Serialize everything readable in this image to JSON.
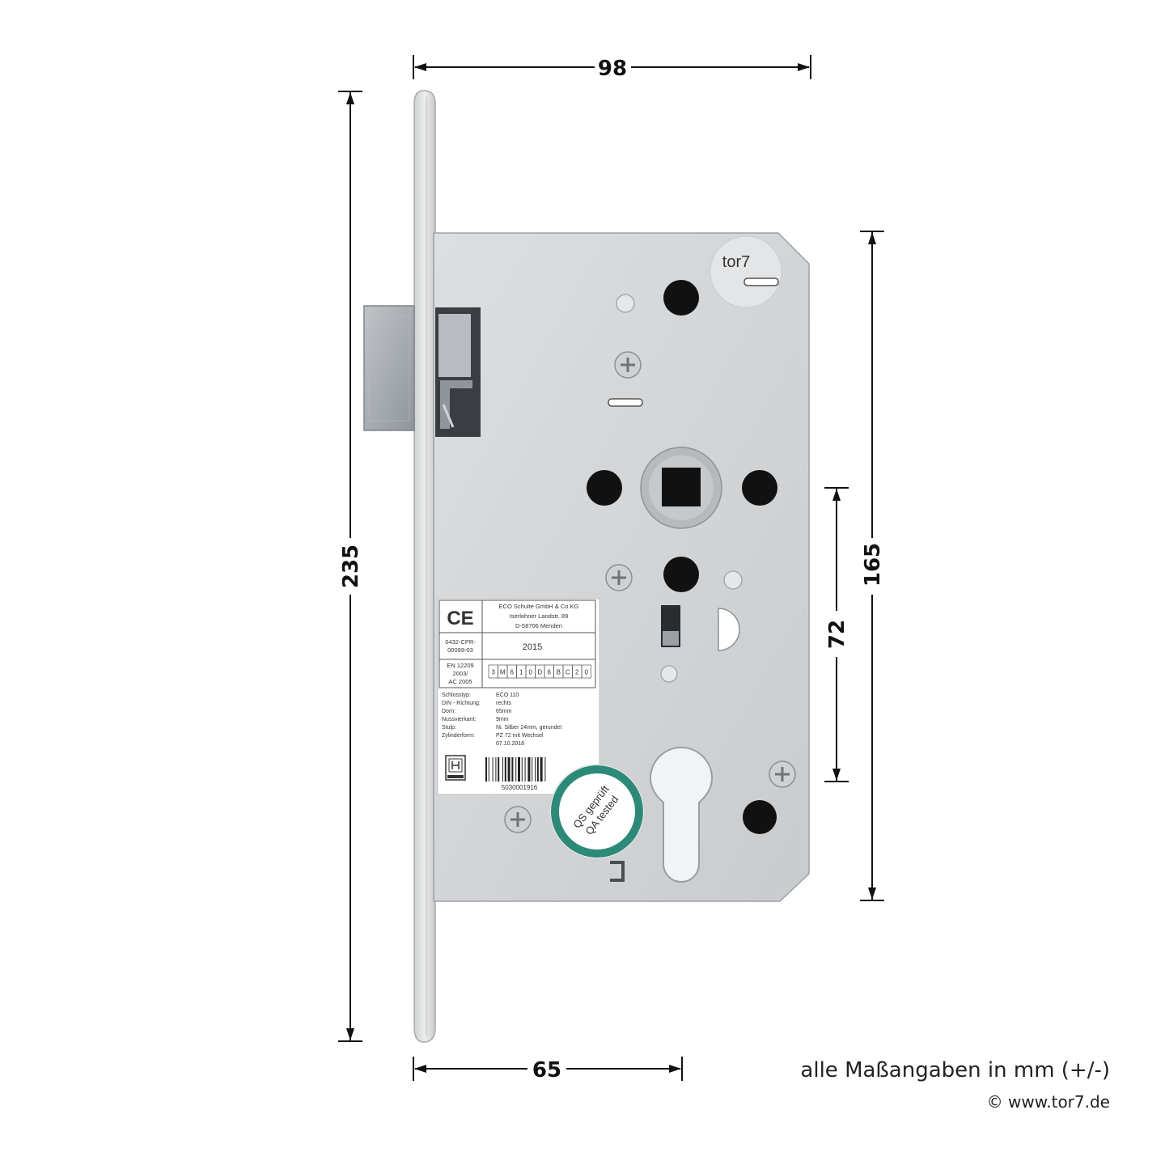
{
  "dimensions": {
    "total_width": "98",
    "total_height": "235",
    "case_height": "165",
    "distance": "72",
    "backset": "65"
  },
  "label": {
    "company": "ECO Schulte GmbH & Co.KG",
    "street": "Iserlohner Landstr. 89",
    "city": "D-58706 Menden",
    "ce_mark": "CE",
    "cpr_line1": "0432-CPR-",
    "cpr_line2": "00099-03",
    "year": "2015",
    "en_line1": "EN 12209",
    "en_line2": "2003/",
    "en_line3": "AC 2005",
    "code_chars": [
      "3",
      "M",
      "6",
      "1",
      "0",
      "D",
      "6",
      "B",
      "C",
      "2",
      "0"
    ],
    "spec_keys": [
      "Schlosstyp:",
      "DIN - Richtung:",
      "Dorn:",
      "Nussvierkant:",
      "Stulp:",
      "Zylinderform:"
    ],
    "spec_values": [
      "ECO 110",
      "rechts",
      "65mm",
      "9mm",
      "Ni. Silber 24mm, gerundet",
      "PZ 72 mit Wechsel",
      "07.10.2018"
    ],
    "barcode_number": "5030001916"
  },
  "seal": {
    "line1": "QS geprüft",
    "line2": "QA tested"
  },
  "engraving": "tor7",
  "notes": {
    "units": "alle Maßangaben in mm (+/-)",
    "credit": "© www.tor7.de"
  },
  "colors": {
    "case": "#d2d4d6",
    "faceplate": "#dfe0e0",
    "seal_ring": "#2e8a78",
    "dimension_line": "#111111"
  }
}
